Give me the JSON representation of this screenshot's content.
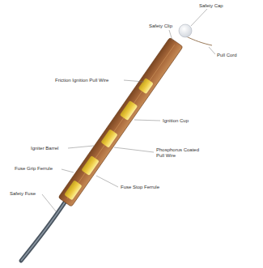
{
  "diagram": {
    "labels": [
      "Safety Cap",
      "Safety Clip",
      "Pull Cord",
      "Friction Ignition Pull Wire",
      "Ignition Cup",
      "Igniter Barrel",
      "Phosphorus Coated Pull Wire",
      "Fuse Grip Ferrule",
      "Fuse Stop Ferrule",
      "Safety Fuse"
    ]
  }
}
